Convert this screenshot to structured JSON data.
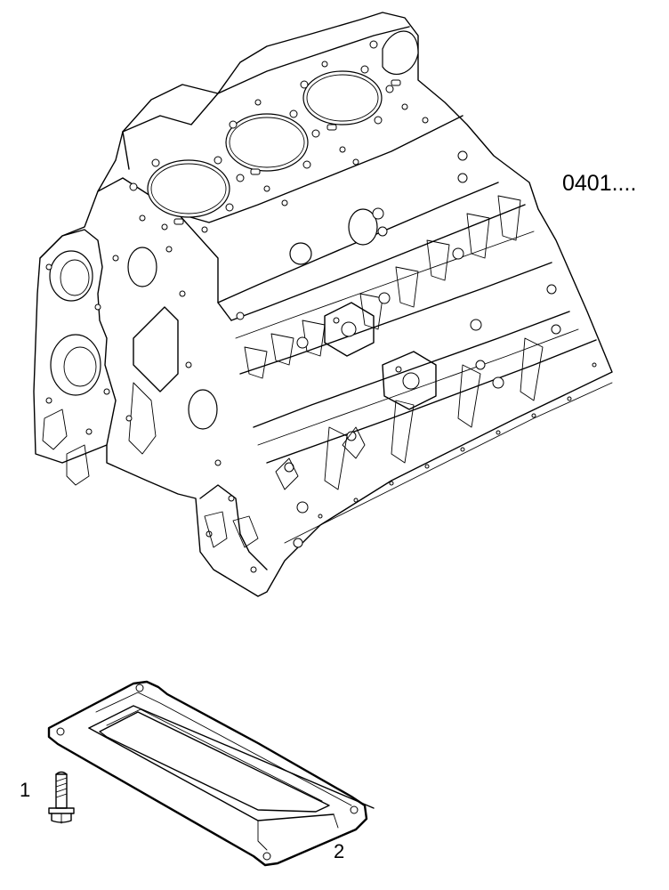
{
  "drawing": {
    "reference_code": "0401....",
    "parts": [
      {
        "number": "1",
        "item": "bolt"
      },
      {
        "number": "2",
        "item": "gasket-plate"
      }
    ]
  }
}
